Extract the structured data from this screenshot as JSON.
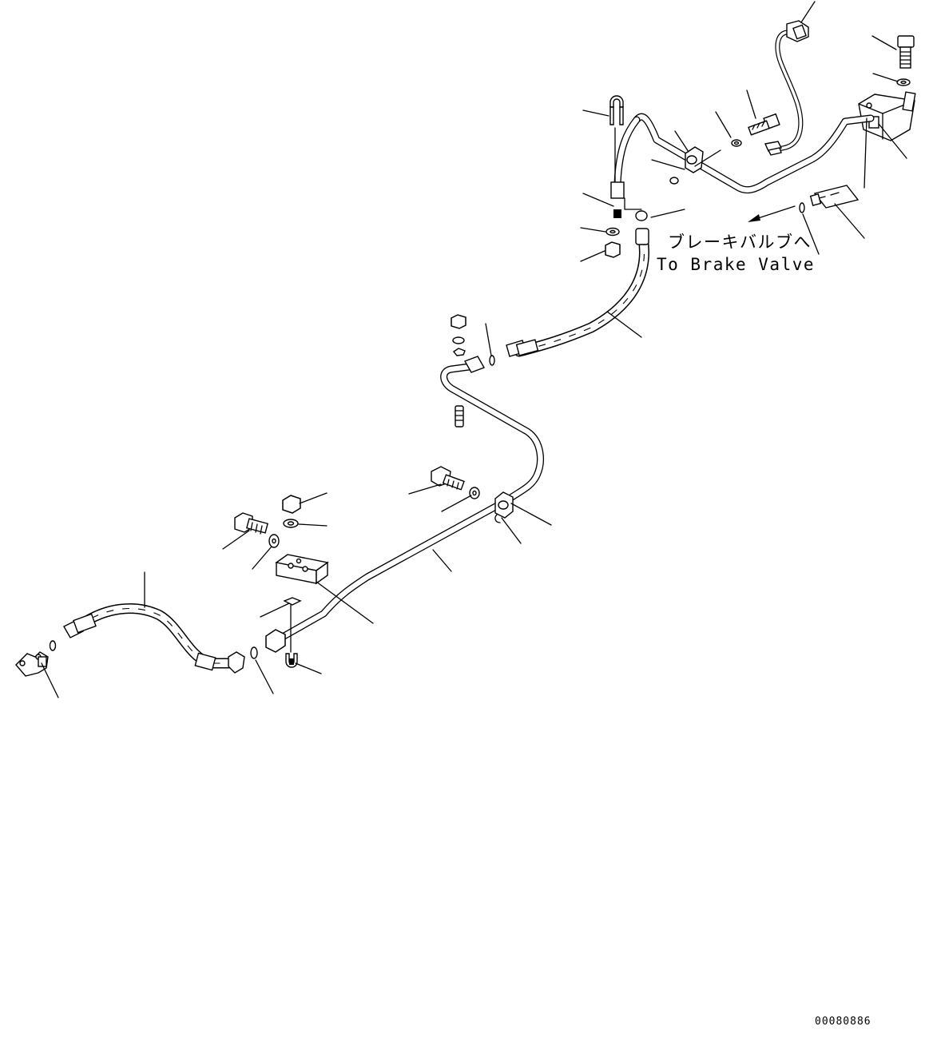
{
  "annotation": {
    "japanese": "ブレーキバルブへ",
    "english": "To Brake Valve"
  },
  "drawing_code": "00080886"
}
